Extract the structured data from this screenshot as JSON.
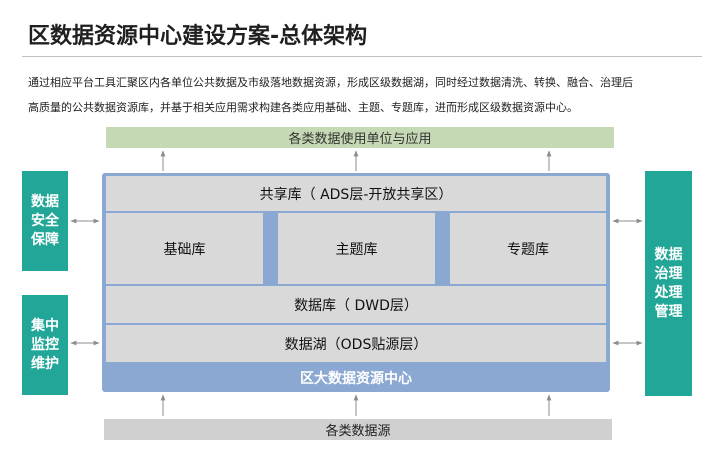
{
  "title": "区数据资源中心建设方案-总体架构",
  "description": {
    "line1": "通过相应平台工具汇聚区内各单位公共数据及市级落地数据资源，形成区级数据湖，同时经过数据清洗、转换、融合、治理后",
    "line2": "高质量的公共数据资源库，并基于相关应用需求构建各类应用基础、主题、专题库，进而形成区级数据资源中心。"
  },
  "top_bar": "各类数据使用单位与应用",
  "bottom_bar": "各类数据源",
  "center": {
    "share_layer": "共享库（ ADS层-开放共享区）",
    "base_library": "基础库",
    "theme_library": "主题库",
    "topic_library": "专题库",
    "dwd_layer": "数据库（ DWD层）",
    "ods_layer": "数据湖（ODS贴源层）",
    "label": "区大数据资源中心"
  },
  "left_panels": {
    "security": "数据安全保障",
    "monitor": "集中监控维护"
  },
  "right_panel": "数据治理处理管理",
  "colors": {
    "frame": "#8aa8d2",
    "cell": "#d9d9d9",
    "side_panel": "#21a698",
    "top_bar": "#c5d9b4",
    "bottom_bar": "#d0d0d0"
  }
}
